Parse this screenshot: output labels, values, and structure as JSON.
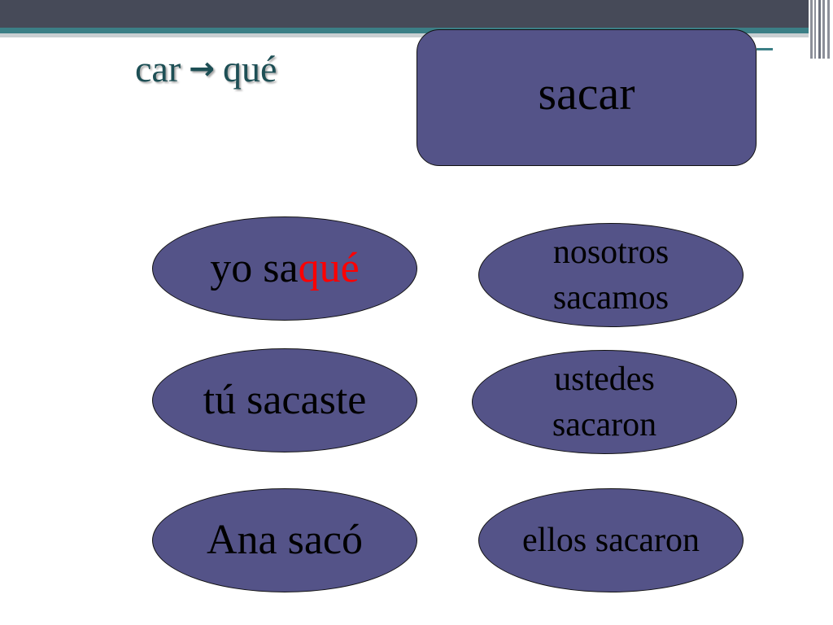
{
  "title": {
    "from": "car",
    "arrow": "→",
    "to": "qué"
  },
  "verb": "sacar",
  "conjugations": {
    "yo": {
      "pronoun": "yo sa",
      "ending": "qué"
    },
    "tu": "tú sacaste",
    "ana": "Ana sacó",
    "nosotros": {
      "line1": "nosotros",
      "line2": "sacamos"
    },
    "ustedes": {
      "line1": "ustedes",
      "line2": "sacaron"
    },
    "ellos": "ellos sacaron"
  },
  "colors": {
    "shape_fill": "#545388",
    "highlight": "#ff0000",
    "title": "#1d4f55",
    "header_bar": "#464a58",
    "accent_bar": "#3b7f86"
  }
}
